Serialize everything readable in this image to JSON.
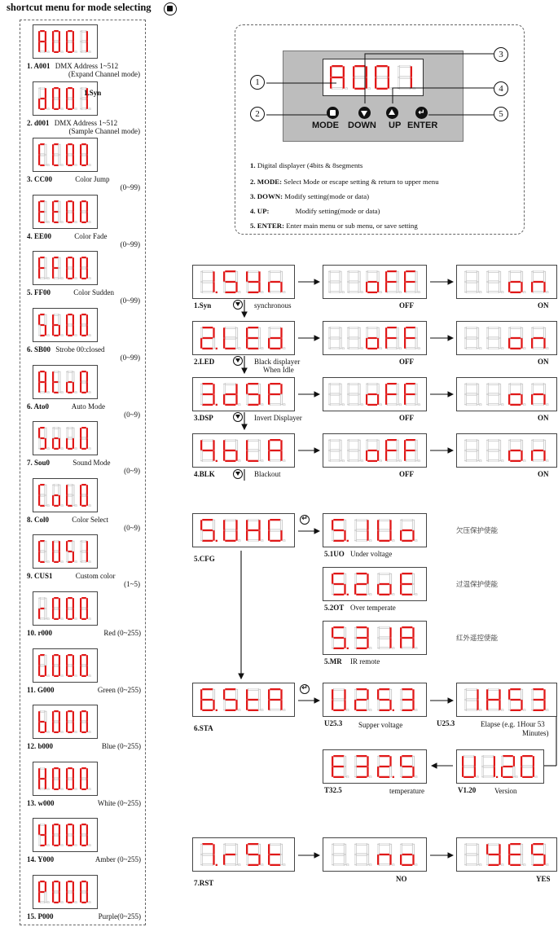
{
  "title": "shortcut menu for mode selecting",
  "colors": {
    "segment_on": "#e01818",
    "segment_off": "#c8c8c8",
    "panel_bg": "#c0c0c0"
  },
  "mode_list": [
    {
      "digits": "A001",
      "label": "1. A001",
      "desc": "DMX Address 1~512",
      "desc2": "(Expand Channel mode)"
    },
    {
      "digits": "d001",
      "label": "2. d001",
      "desc": "DMX Address 1~512",
      "desc2": "(Sample Channel mode)",
      "tag": "1.Syn"
    },
    {
      "digits": "CC00",
      "label": "3. CC00",
      "desc": "Color Jump",
      "desc2": "(0~99)"
    },
    {
      "digits": "EE00",
      "label": "4. EE00",
      "desc": "Color Fade",
      "desc2": "(0~99)"
    },
    {
      "digits": "FF00",
      "label": "5. FF00",
      "desc": "Color Sudden",
      "desc2": "(0~99)"
    },
    {
      "digits": "Sb00",
      "label": "6. SB00",
      "desc": "Strobe 00:closed",
      "desc2": "(0~99)"
    },
    {
      "digits": "Ato0",
      "label": "6. Ato0",
      "desc": "Auto Mode",
      "desc2": "(0~9)"
    },
    {
      "digits": "Sou0",
      "label": "7. Sou0",
      "desc": "Sound Mode",
      "desc2": "(0~9)"
    },
    {
      "digits": "CoL0",
      "label": "8. Col0",
      "desc": "Color Select",
      "desc2": "(0~9)"
    },
    {
      "digits": "CUS1",
      "label": "9. CUS1",
      "desc": "Custom color",
      "desc2": "(1~5)"
    },
    {
      "digits": "r000",
      "label": "10. r000",
      "desc": "Red (0~255)",
      "desc2": ""
    },
    {
      "digits": "G000",
      "label": "11. G000",
      "desc": "Green (0~255)",
      "desc2": ""
    },
    {
      "digits": "b000",
      "label": "12. b000",
      "desc": "Blue (0~255)",
      "desc2": ""
    },
    {
      "digits": "H000",
      "label": "13. w000",
      "desc": "White (0~255)",
      "desc2": ""
    },
    {
      "digits": "Y000",
      "label": "14. Y000",
      "desc": "Amber (0~255)",
      "desc2": ""
    },
    {
      "digits": "P000",
      "label": "15. P000",
      "desc": "Purple(0~255)",
      "desc2": ""
    }
  ],
  "control_panel": {
    "display": "A001",
    "callouts": [
      "1",
      "2",
      "3",
      "4",
      "5"
    ],
    "buttons": [
      "MODE",
      "DOWN",
      "UP",
      "ENTER"
    ],
    "legend": [
      {
        "key": "1.",
        "text": "Digital displayer (4bits & 8segments"
      },
      {
        "key": "2. MODE:",
        "text": "Select Mode or escape setting & return to upper menu"
      },
      {
        "key": "3. DOWN:",
        "text": "Modify setting(mode or data)"
      },
      {
        "key": "4. UP:",
        "text": "Modify setting(mode or data)"
      },
      {
        "key": "5. ENTER:",
        "text": "Enter main menu or sub menu, or save setting"
      }
    ]
  },
  "settings_rows": [
    {
      "main": "1.SYn",
      "main_label": "1.Syn",
      "desc": "synchronous",
      "desc2": "",
      "off": "  oFF",
      "off_label": "OFF",
      "on": "  on",
      "on_label": "ON"
    },
    {
      "main": "2.LEd",
      "main_label": "2.LED",
      "desc": "Black displayer",
      "desc2": "When Idle",
      "off": "  oFF",
      "off_label": "OFF",
      "on": "  on",
      "on_label": "ON"
    },
    {
      "main": "3.dSP",
      "main_label": "3.DSP",
      "desc": "Invert Displayer",
      "desc2": "",
      "off": "  oFF",
      "off_label": "OFF",
      "on": "  on",
      "on_label": "ON"
    },
    {
      "main": "4.bLA",
      "main_label": "4.BLK",
      "desc": "Blackout",
      "desc2": "",
      "off": "  oFF",
      "off_label": "OFF",
      "on": "  on",
      "on_label": "ON"
    }
  ],
  "cfg": {
    "main": "5.UHG",
    "main_label": "5.CFG",
    "items": [
      {
        "digits": "5.1Uo",
        "label": "5.1UO",
        "desc": "Under voltage",
        "cn": "欠压保护使能"
      },
      {
        "digits": "5.2oE",
        "label": "5.2OT",
        "desc": "Over temperate",
        "cn": "过温保护使能"
      },
      {
        "digits": "5.3IA",
        "label": "5.MR",
        "desc": "IR remote",
        "cn": "红外遥控使能"
      }
    ]
  },
  "sta": {
    "main": "6.StA",
    "main_label": "6.STA",
    "volt": "U25.3",
    "volt_label": "U25.3",
    "volt_desc": "Supper voltage",
    "elapse": "1H53",
    "elapse_label": "U25.3",
    "elapse_desc": "Elapse (e.g. 1Hour 53",
    "elapse_desc2": "Minutes)",
    "version": "U1.20",
    "version_label": "V1.20",
    "version_desc": "Version",
    "temp": "E32.5",
    "temp_label": "T32.5",
    "temp_desc": "temperature"
  },
  "rst": {
    "main": "7.rSt",
    "main_label": "7.RST",
    "no": "  no",
    "no_label": "NO",
    "yes": " YES",
    "yes_label": "YES"
  }
}
